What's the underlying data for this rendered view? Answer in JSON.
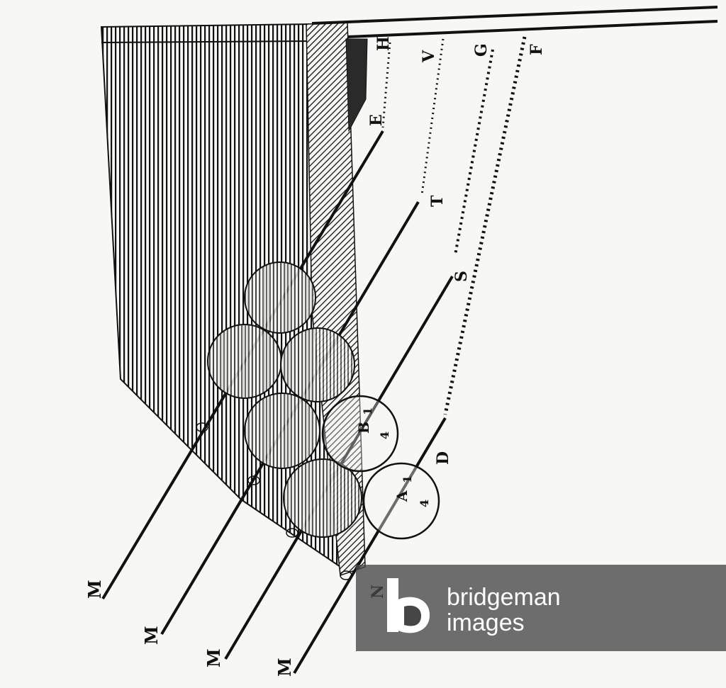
{
  "diagram": {
    "top_labels": [
      "H",
      "V",
      "G",
      "F"
    ],
    "mid_labels": [
      "E",
      "T",
      "S",
      "D"
    ],
    "bottom_labels": [
      "M",
      "M",
      "M",
      "M"
    ],
    "edge_label": "N",
    "ball_labels": {
      "b1_num": "1",
      "b1_letter": "B",
      "b1_sub": "4",
      "b2_num": "1",
      "b2_letter": "A",
      "b2_sub": "4"
    }
  },
  "watermark": {
    "line1": "bridgeman",
    "line2": "images"
  },
  "colors": {
    "ink": "#111111",
    "paper": "#f7f7f5",
    "watermark_bg": "#464646",
    "watermark_text": "#ffffff"
  }
}
